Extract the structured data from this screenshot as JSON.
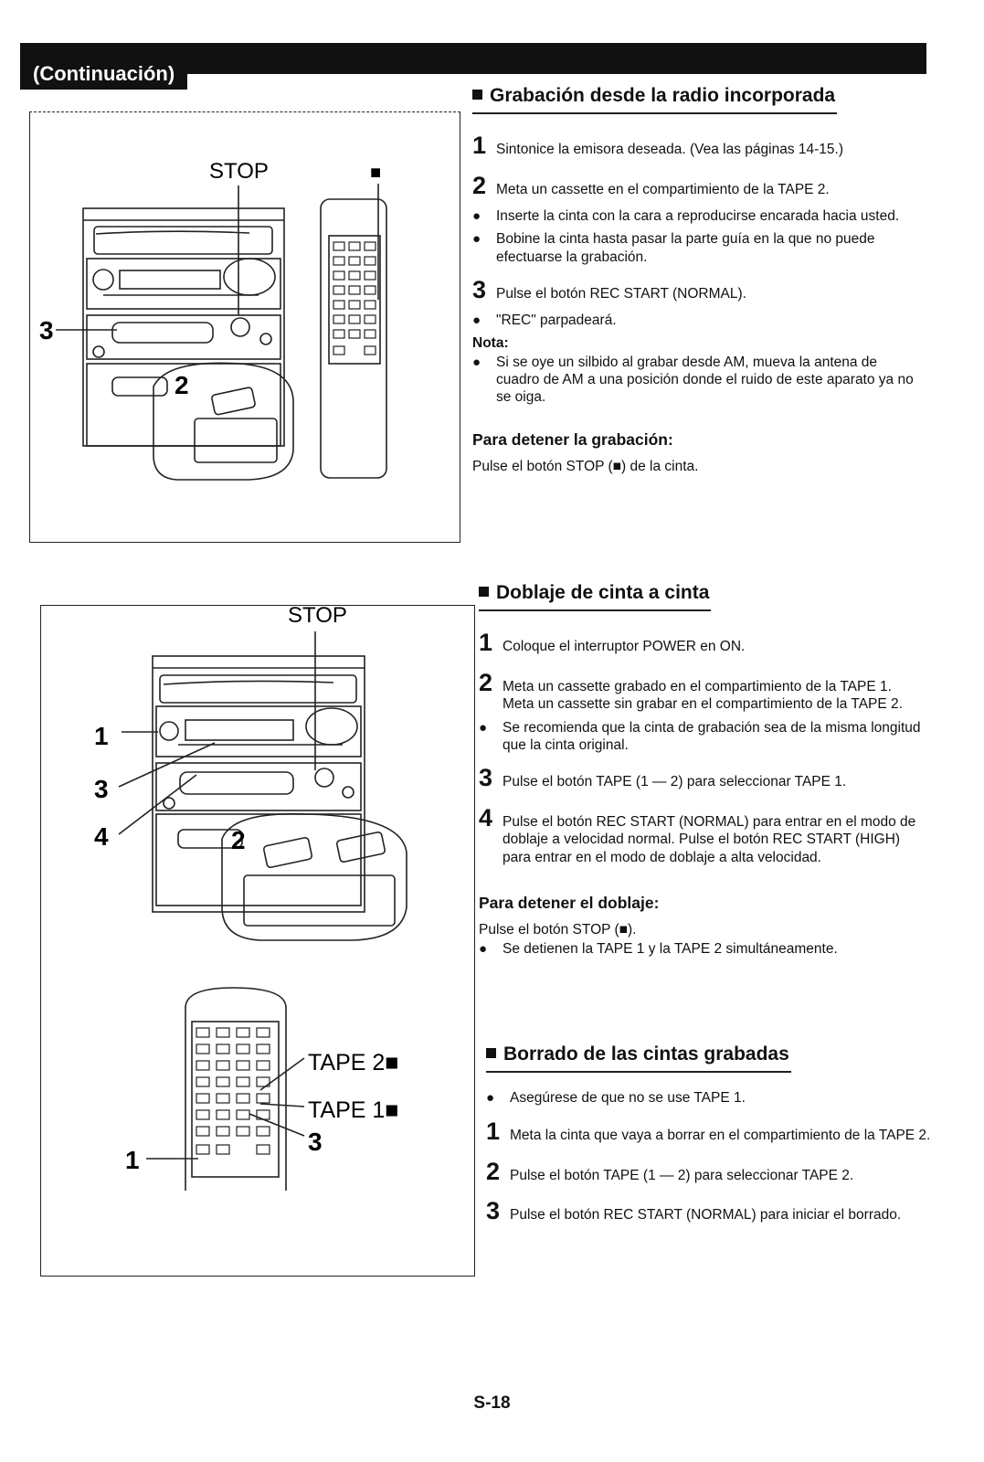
{
  "banner": {
    "label": "(Continuación)"
  },
  "section1": {
    "title": "Grabación desde la radio incorporada",
    "items": [
      {
        "kind": "step",
        "num": "1",
        "text": "Sintonice la emisora deseada. (Vea las páginas 14-15.)"
      },
      {
        "kind": "step",
        "num": "2",
        "text": "Meta un cassette en el compartimiento de la TAPE 2."
      },
      {
        "kind": "bullet",
        "text": "Inserte la cinta con la cara a reproducirse encarada hacia usted."
      },
      {
        "kind": "bullet",
        "text": "Bobine la cinta hasta pasar la parte guía en la que no puede efectuarse la grabación."
      },
      {
        "kind": "step",
        "num": "3",
        "text": "Pulse el botón REC START (NORMAL)."
      },
      {
        "kind": "bullet",
        "text": "\"REC\" parpadeará."
      }
    ],
    "note_title": "Nota:",
    "note_text": "Si se oye un silbido al grabar desde AM, mueva la antena de cuadro de AM a una posición donde el ruido de este aparato ya no se oiga.",
    "stop_title": "Para detener la grabación:",
    "stop_text": "Pulse el botón STOP (■) de la cinta."
  },
  "section2": {
    "title": "Doblaje de cinta a cinta",
    "items": [
      {
        "kind": "step",
        "num": "1",
        "text": "Coloque el interruptor POWER en ON."
      },
      {
        "kind": "step",
        "num": "2",
        "text": "Meta un cassette grabado en el compartimiento de la TAPE 1. Meta un cassette sin grabar en el compartimiento de la TAPE 2."
      },
      {
        "kind": "bullet",
        "text": "Se recomienda que la cinta de grabación sea de la misma longitud que la cinta original."
      },
      {
        "kind": "step",
        "num": "3",
        "text": "Pulse el botón TAPE (1 — 2) para seleccionar TAPE 1."
      },
      {
        "kind": "step",
        "num": "4",
        "text": "Pulse el botón REC START (NORMAL) para entrar en el modo de doblaje a velocidad normal. Pulse el botón REC START (HIGH) para entrar en el modo de doblaje a alta velocidad."
      }
    ],
    "stop_title": "Para detener el doblaje:",
    "stop_text": "Pulse el botón STOP (■).",
    "stop_bullet": "Se detienen la TAPE 1 y la TAPE 2 simultáneamente."
  },
  "section3": {
    "title": "Borrado de las cintas grabadas",
    "items": [
      {
        "kind": "bullet",
        "text": "Asegúrese de que no se use TAPE 1."
      },
      {
        "kind": "step",
        "num": "1",
        "text": "Meta la cinta que vaya a borrar en el compartimiento de la TAPE 2."
      },
      {
        "kind": "step",
        "num": "2",
        "text": "Pulse el botón TAPE (1 — 2) para seleccionar TAPE 2."
      },
      {
        "kind": "step",
        "num": "3",
        "text": "Pulse el botón REC START (NORMAL) para iniciar el borrado."
      }
    ]
  },
  "figure1": {
    "stop_label": "STOP",
    "stop_symbol": "■",
    "callout_3": "3",
    "callout_2": "2"
  },
  "figure2": {
    "stop_label": "STOP",
    "callout_1": "1",
    "callout_3": "3",
    "callout_4": "4",
    "callout_2": "2",
    "tape2_label": "TAPE 2■",
    "tape1_label": "TAPE 1■",
    "remote_callout_3": "3",
    "remote_callout_1": "1"
  },
  "page_number": "S-18"
}
